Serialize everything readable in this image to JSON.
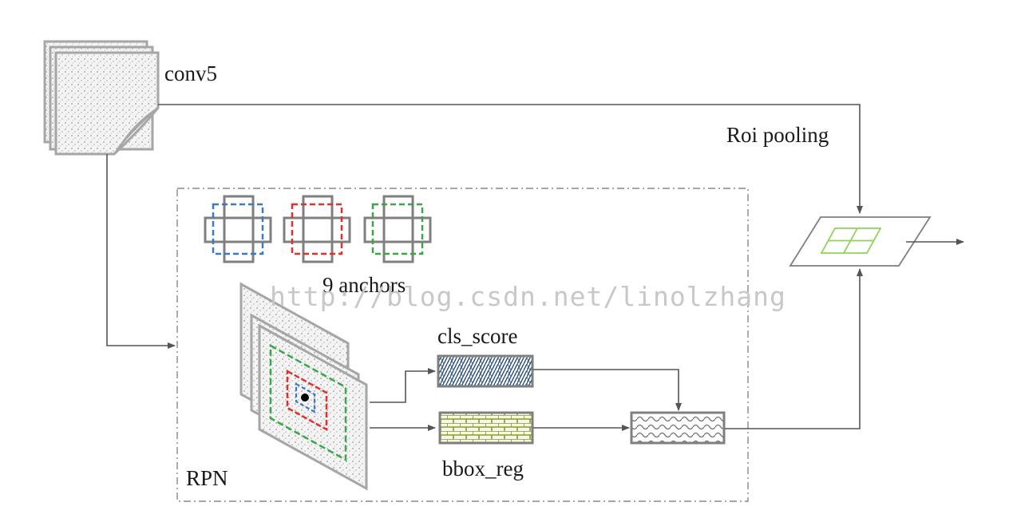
{
  "labels": {
    "conv5": "conv5",
    "roi_pooling": "Roi pooling",
    "anchors": "9 anchors",
    "cls_score": "cls_score",
    "bbox_reg": "bbox_reg",
    "rpn": "RPN"
  },
  "watermark": "http://blog.csdn.net/linolzhang",
  "colors": {
    "anchor_blue": "#3a78c8",
    "anchor_red": "#e0312e",
    "anchor_green": "#3aa648",
    "box_border": "#7f7f7f",
    "arrow": "#555555",
    "roi_grid": "#8fd35a",
    "cls_texture": "#2e4f7a",
    "bbox_texture": "#8a9a2a"
  }
}
